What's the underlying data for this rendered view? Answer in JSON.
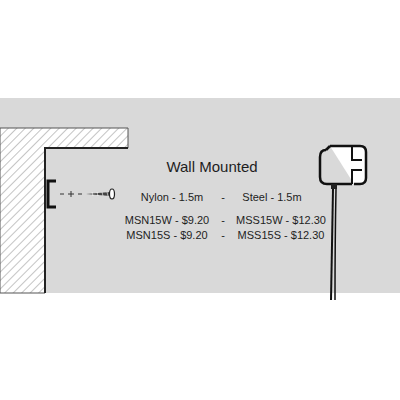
{
  "diagram": {
    "title": "Wall Mounted",
    "labels": [
      "Nylon - 1.5m",
      "-",
      "Steel - 1.5m",
      "MSN15W - $9.20",
      "-",
      "MSS15W - $12.30",
      "MSN15S - $9.20",
      "-",
      "MSS15S - $12.30"
    ]
  }
}
